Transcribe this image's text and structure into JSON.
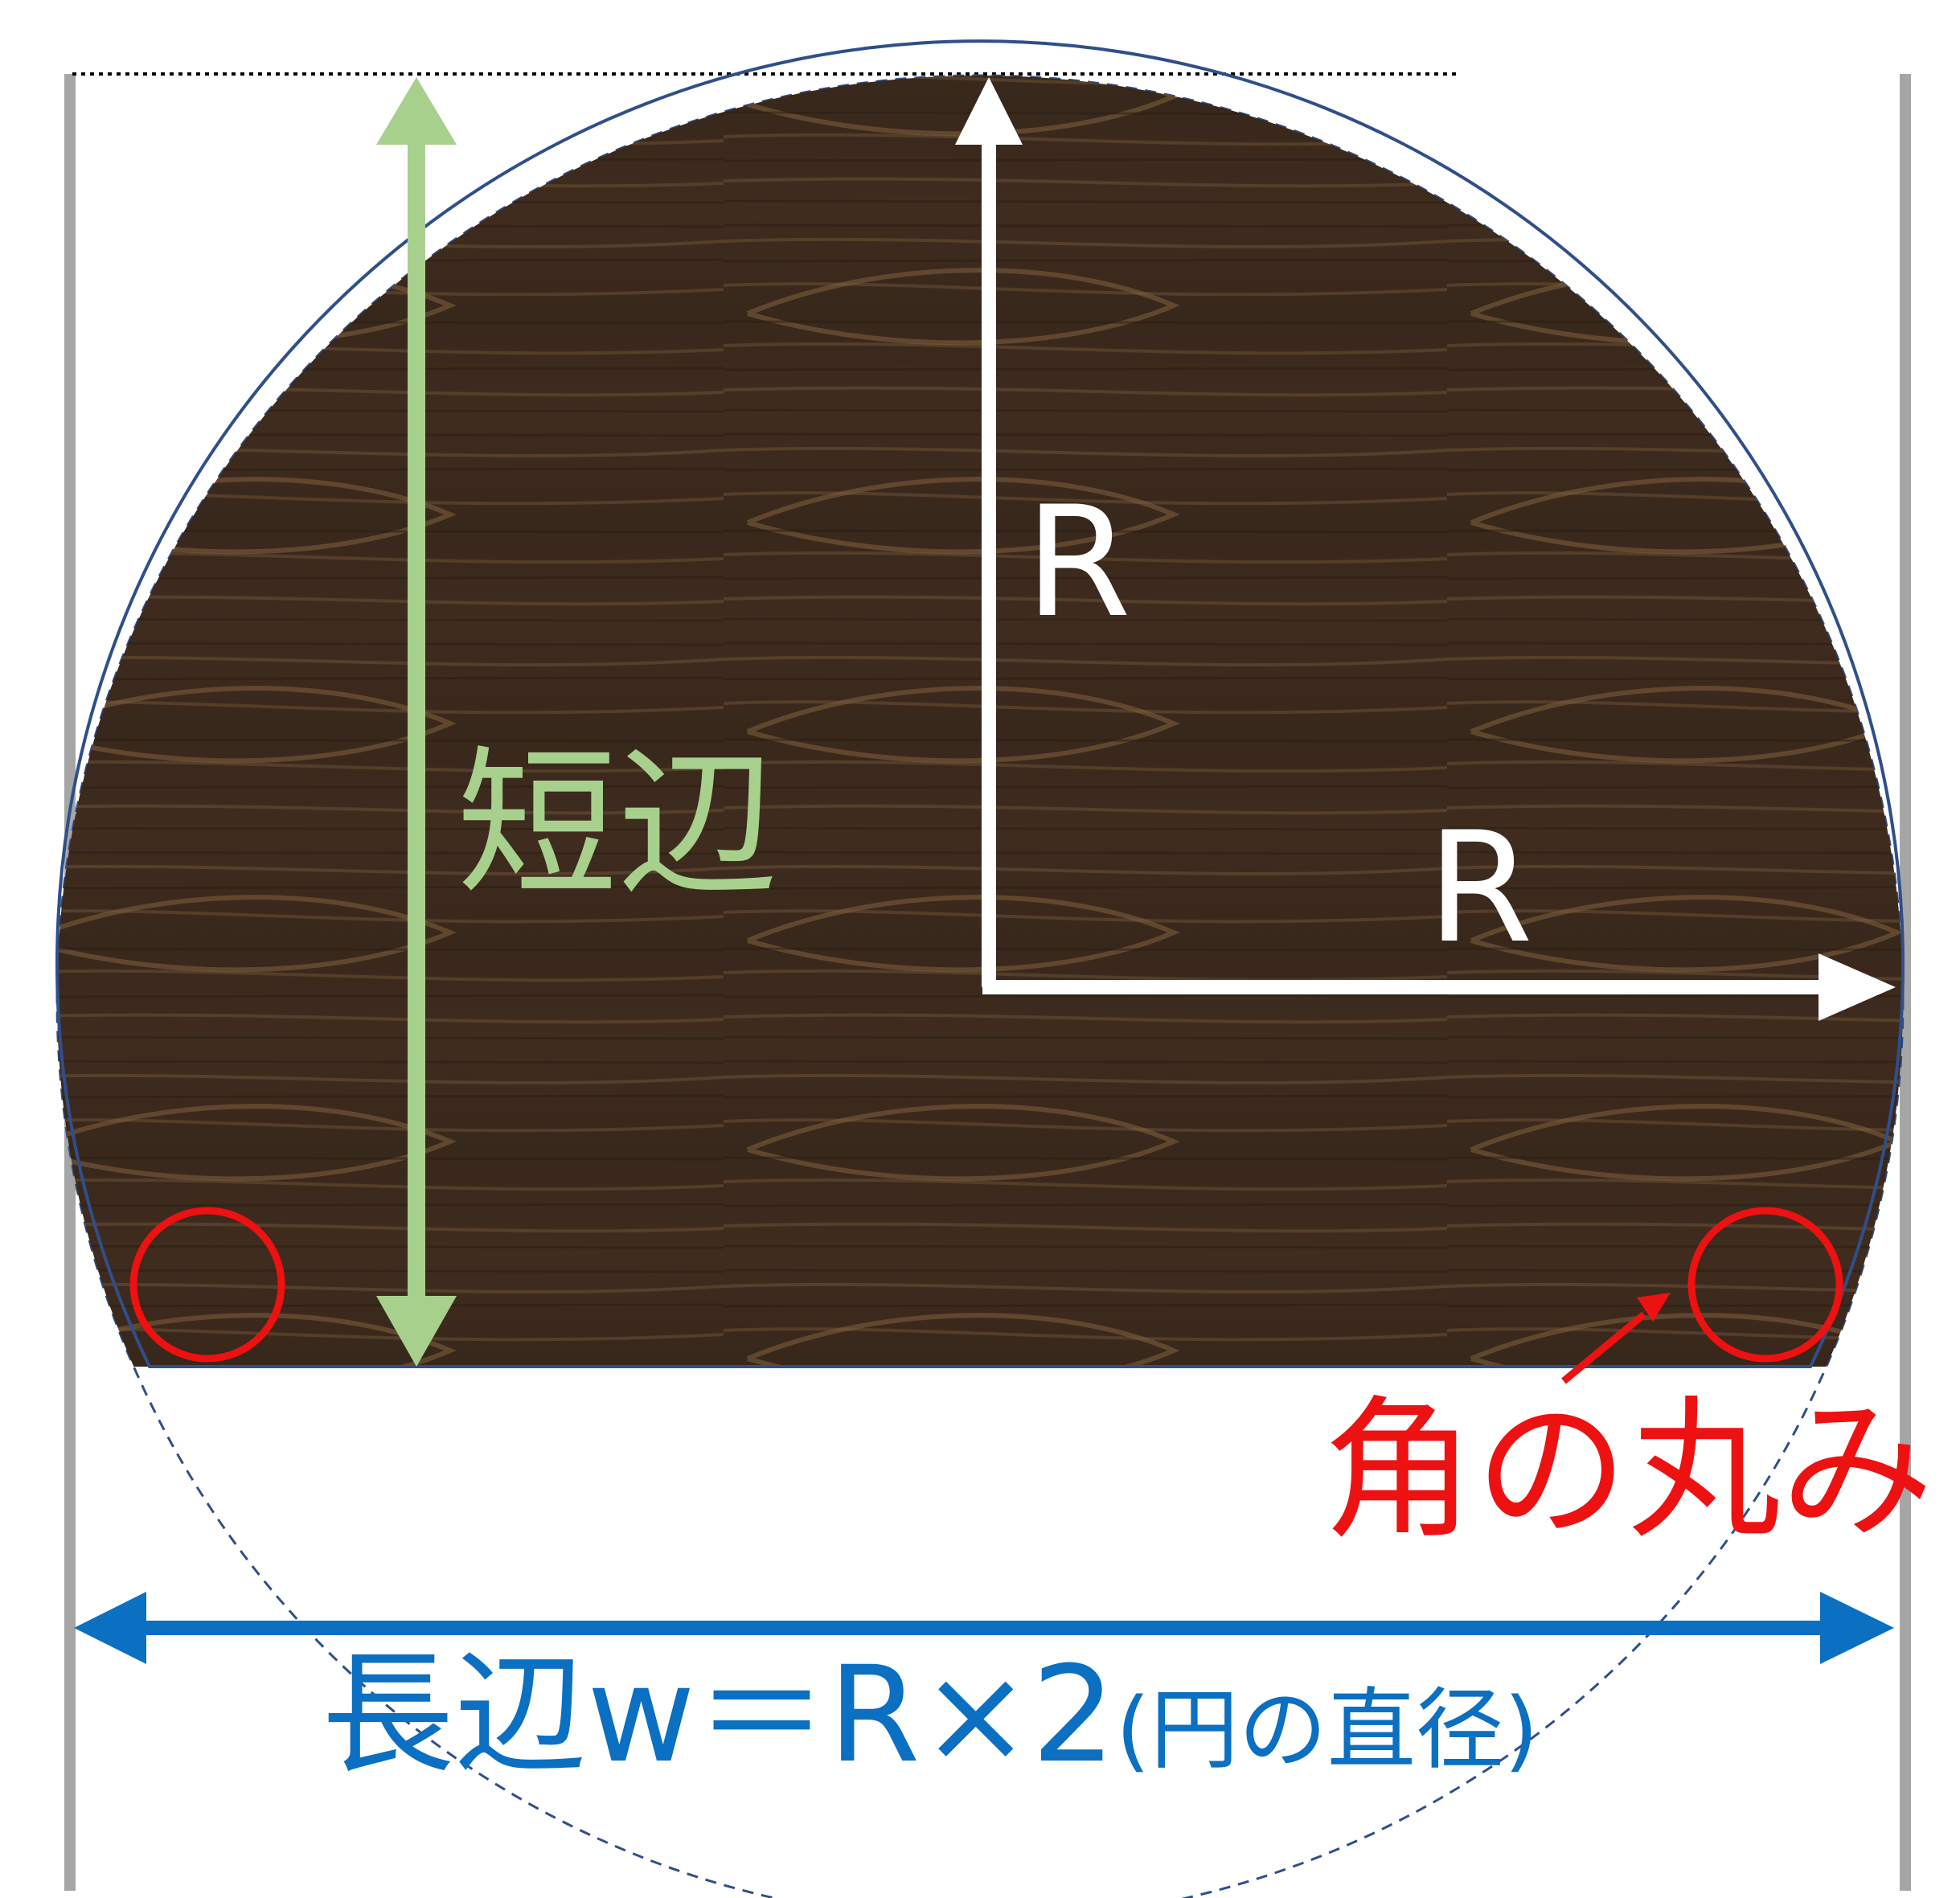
{
  "labels": {
    "radius_vertical": "R",
    "radius_horizontal": "R",
    "short_side": "短辺",
    "corner_rounding": "角の丸み",
    "long_side_main": "長辺w＝R×2",
    "long_side_note": "(円の直径)"
  },
  "colors": {
    "wood_base": "#3d2a1d",
    "outline": "#2f4f8a",
    "green": "#a8d08d",
    "red": "#ee1111",
    "blue": "#0b6fc2",
    "gray": "#a6a6a6",
    "white": "#ffffff"
  }
}
